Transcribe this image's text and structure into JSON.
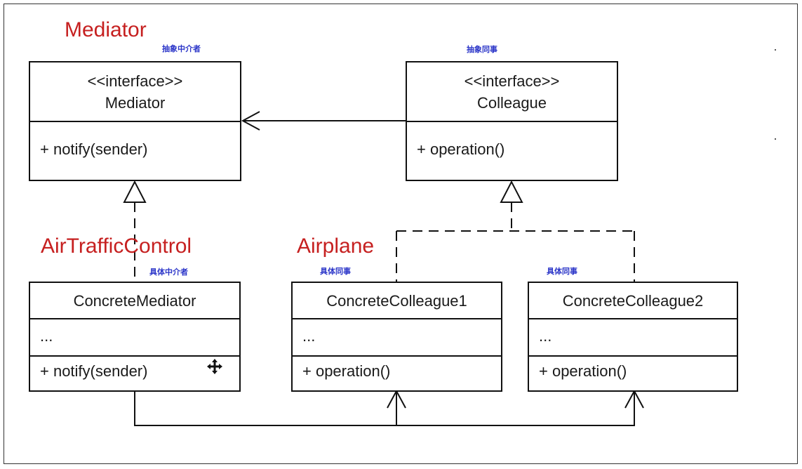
{
  "abstract_mediator": {
    "stereotype": "<<interface>>",
    "name": "Mediator",
    "method": "+ notify(sender)",
    "role_label": "Mediator",
    "cn_label": "抽象中介者"
  },
  "abstract_colleague": {
    "stereotype": "<<interface>>",
    "name": "Colleague",
    "method": "+ operation()",
    "cn_label": "抽象同事"
  },
  "concrete_mediator": {
    "name": "ConcreteMediator",
    "fields": "...",
    "method": "+ notify(sender)",
    "role_label": "AirTrafficControl",
    "cn_label": "具体中介者"
  },
  "concrete_colleague1": {
    "name": "ConcreteColleague1",
    "fields": "...",
    "method": "+ operation()",
    "role_label": "Airplane",
    "cn_label": "具体同事"
  },
  "concrete_colleague2": {
    "name": "ConcreteColleague2",
    "fields": "...",
    "method": "+ operation()",
    "cn_label": "具体同事"
  },
  "colors": {
    "role_label": "#c62020",
    "cn_label": "#2a34c8",
    "line": "#111111"
  },
  "icons": {
    "cursor": "move-cursor-icon"
  }
}
